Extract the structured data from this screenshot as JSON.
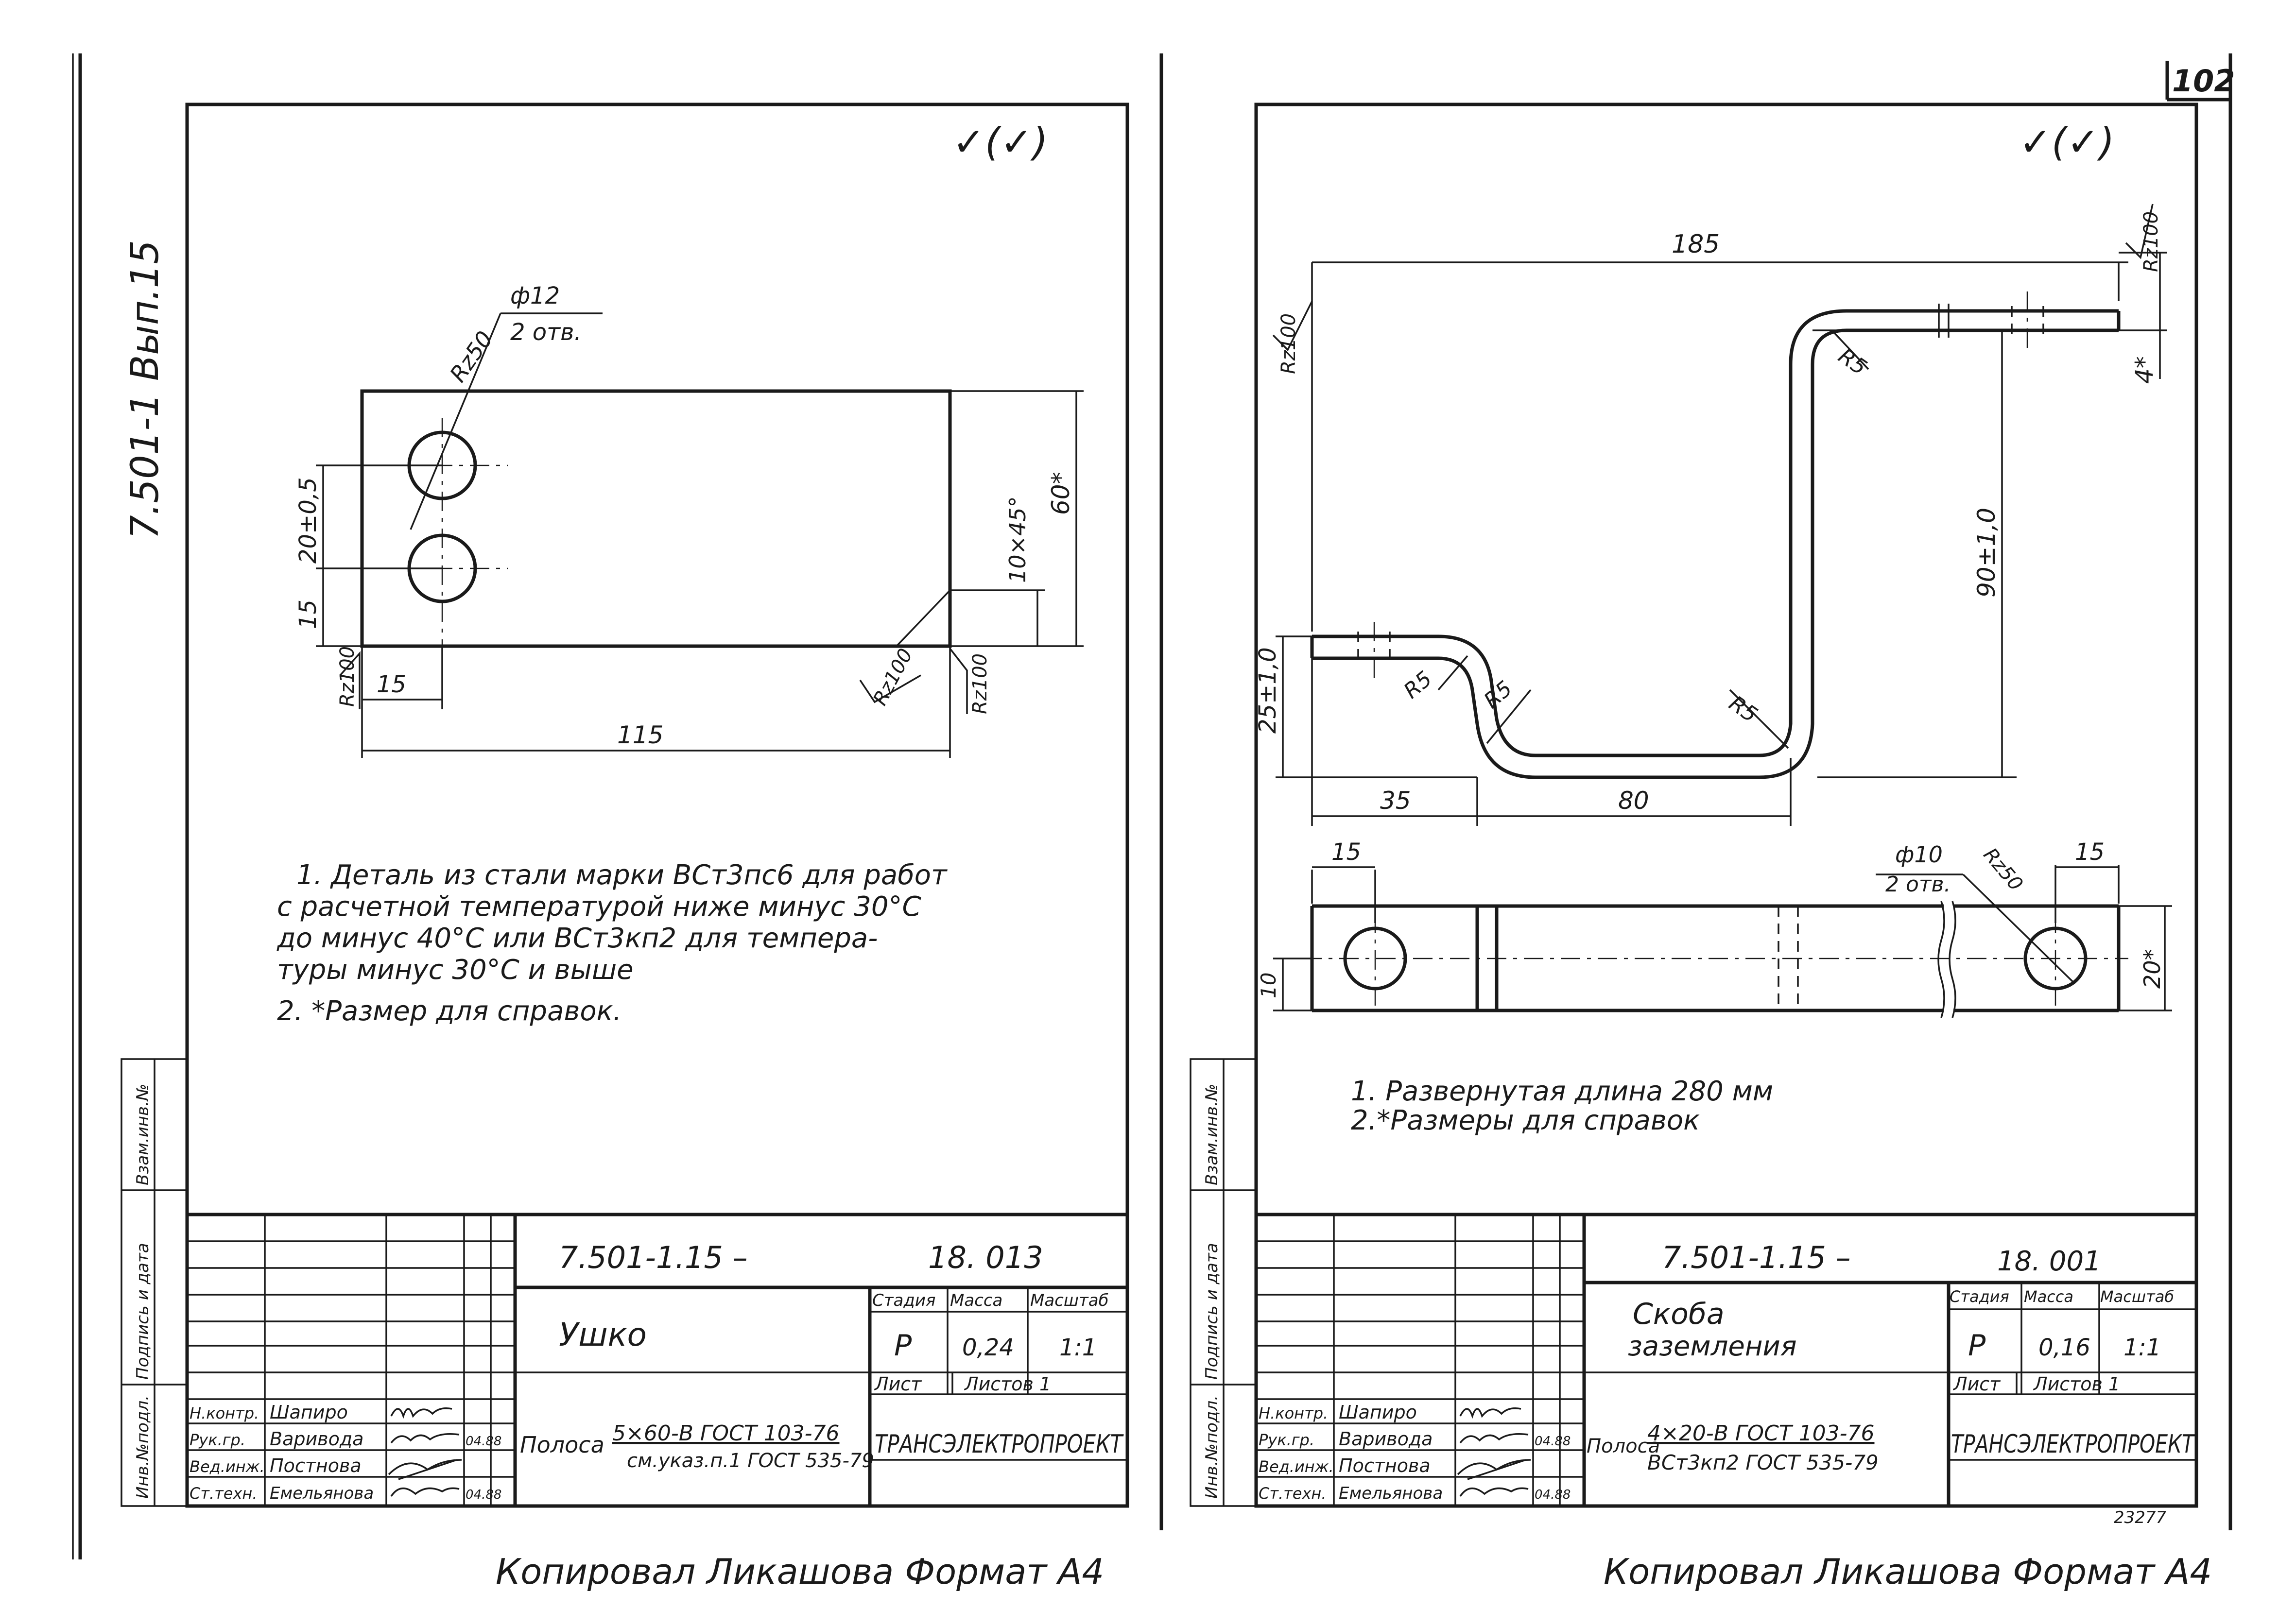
{
  "page_number": "102",
  "left_sheet": {
    "side_code": "7.501-1 Вып.15",
    "stamp_left": "Инв.№подл.",
    "stamp_mid": "Подпись и дата",
    "stamp_top": "Взам.инв.№",
    "roughness_symbol": "✓(✓)",
    "dims": {
      "hole_dia": "ф12",
      "hole_count": "2 отв.",
      "rz50": "Rz50",
      "hole_spacing": "20±0,5",
      "edge_15": "15",
      "bottom_15": "15",
      "height": "60*",
      "chamfer": "10×45°",
      "length": "115",
      "rz100_left": "Rz100",
      "rz100_chamfer": "Rz100",
      "rz100_right": "Rz100"
    },
    "notes": [
      "1. Деталь из стали марки ВСт3пс6 для работ",
      "с расчетной температурой ниже минус 30°С",
      "до минус 40°С  или  ВСт3кп2  для темпера-",
      "туры  минус 30°С    и выше",
      "2. *Размер для  справок."
    ],
    "title_block": {
      "designation": "7.501-1.15 –",
      "number": "18. 013",
      "name": "Ушко",
      "stage_h": "Стадия",
      "mass_h": "Масса",
      "scale_h": "Масштаб",
      "stage": "Р",
      "mass": "0,24",
      "scale": "1:1",
      "sheet_h": "Лист",
      "sheets_h": "Листов 1",
      "material_prefix": "Полоса",
      "material_top": "5×60-В ГОСТ 103-76",
      "material_bottom": "см.указ.п.1 ГОСТ 535-79",
      "company": "ТРАНСЭЛЕКТРОПРОЕКТ",
      "roles": [
        "Н.контр.",
        "Рук.гр.",
        "Вед.инж.",
        "Ст.техн."
      ],
      "names": [
        "Шапиро",
        "Варивода",
        "Постнова",
        "Емельянова"
      ],
      "dates": [
        "",
        "04.88",
        "",
        "04.88"
      ]
    },
    "footer": "Копировал  Ликашова   Формат А4"
  },
  "right_sheet": {
    "stamp_left": "Инв.№подл.",
    "stamp_mid": "Подпись и дата",
    "stamp_top": "Взам.инв.№",
    "roughness_symbol": "✓(✓)",
    "dims": {
      "overall_length": "185",
      "rz100_top": "Rz100",
      "rz100_left": "Rz100",
      "thickness": "4*",
      "r5_top": "R5",
      "height": "90±1,0",
      "left_height": "25±1,0",
      "r5_a": "R5",
      "r5_b": "R5",
      "r5_c": "R5",
      "w35": "35",
      "w80": "80",
      "edge15_left": "15",
      "hole_dia": "ф10",
      "hole_count": "2 отв.",
      "rz50": "Rz50",
      "edge15_right": "15",
      "width": "20*",
      "dim10": "10"
    },
    "notes": [
      "1. Развернутая   длина  280 мм",
      "2.*Размеры  для   справок"
    ],
    "title_block": {
      "designation": "7.501-1.15 –",
      "number": "18. 001",
      "name_line1": "Скоба",
      "name_line2": "заземления",
      "stage_h": "Стадия",
      "mass_h": "Масса",
      "scale_h": "Масштаб",
      "stage": "Р",
      "mass": "0,16",
      "scale": "1:1",
      "sheet_h": "Лист",
      "sheets_h": "Листов 1",
      "material_prefix": "Полоса",
      "material_top": "4×20-В ГОСТ 103-76",
      "material_bottom": "ВСт3кп2  ГОСТ 535-79",
      "company": "ТРАНСЭЛЕКТРОПРОЕКТ",
      "roles": [
        "Н.контр.",
        "Рук.гр.",
        "Вед.инж.",
        "Ст.техн."
      ],
      "names": [
        "Шапиро",
        "Варивода",
        "Постнова",
        "Емельянова"
      ],
      "dates": [
        "",
        "04.88",
        "",
        "04.88"
      ],
      "archive_number": "23277"
    },
    "footer": "Копировал  Ликашова   Формат А4"
  }
}
